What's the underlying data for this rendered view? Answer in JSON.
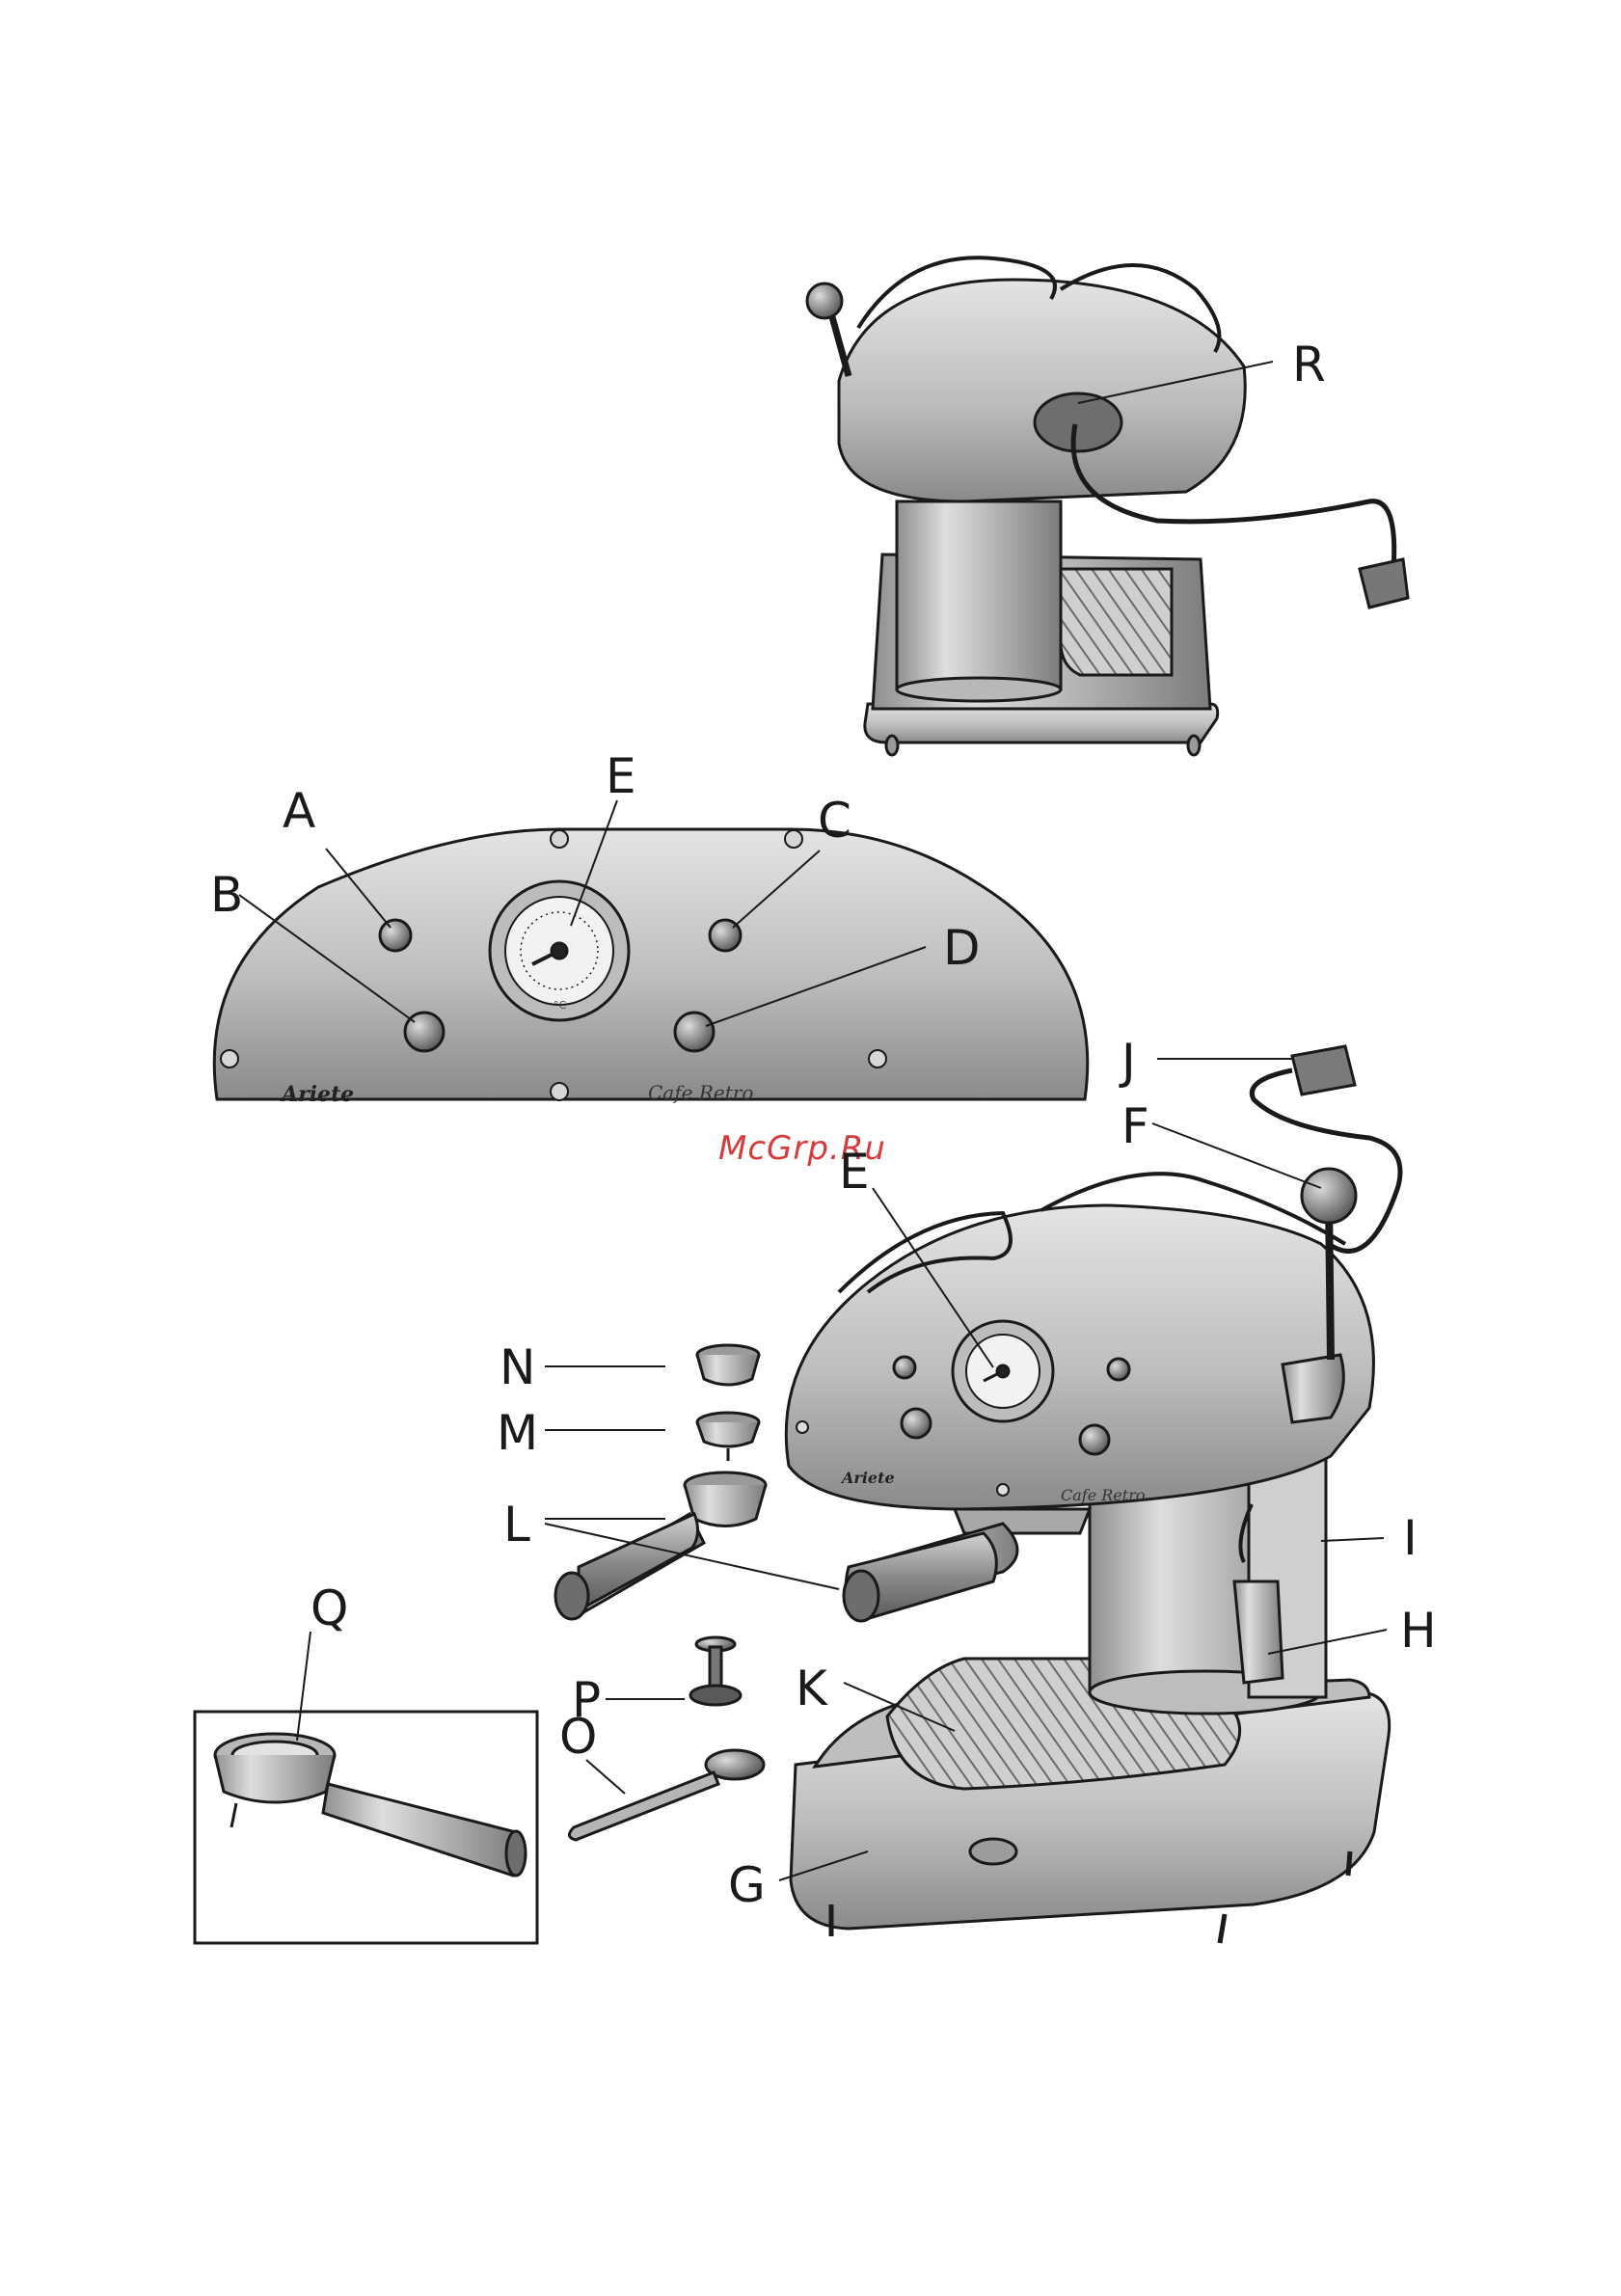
{
  "watermark": "McGrp.Ru",
  "brand": "Ariete",
  "model": "Cafe Retro",
  "gauge": {
    "unit": "°C"
  },
  "labels": {
    "A": "A",
    "B": "B",
    "C": "C",
    "D": "D",
    "E": "E",
    "E2": "E",
    "F": "F",
    "G": "G",
    "H": "H",
    "I": "I",
    "J": "J",
    "K": "K",
    "L": "L",
    "M": "M",
    "N": "N",
    "O": "O",
    "P": "P",
    "Q": "Q",
    "R": "R"
  },
  "colors": {
    "line": "#1a1a1a",
    "metal": "#c9c9c9",
    "metal_dark": "#9a9a9a",
    "watermark": "#d63c3c"
  }
}
